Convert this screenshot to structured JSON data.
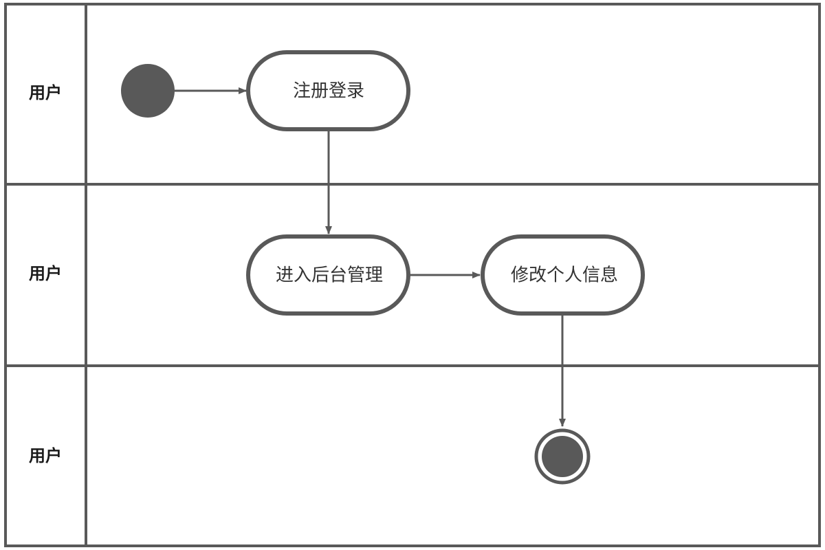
{
  "lanes": [
    {
      "label": "用户"
    },
    {
      "label": "用户"
    },
    {
      "label": "用户"
    }
  ],
  "nodes": {
    "start": {
      "type": "initial"
    },
    "register_login": {
      "type": "activity",
      "label": "注册登录"
    },
    "enter_admin": {
      "type": "activity",
      "label": "进入后台管理"
    },
    "edit_profile": {
      "type": "activity",
      "label": "修改个人信息"
    },
    "end": {
      "type": "final"
    }
  },
  "edges": [
    {
      "from": "start",
      "to": "register_login"
    },
    {
      "from": "register_login",
      "to": "enter_admin"
    },
    {
      "from": "enter_admin",
      "to": "edit_profile"
    },
    {
      "from": "edit_profile",
      "to": "end"
    }
  ],
  "colors": {
    "stroke": "#595959",
    "fill_dark": "#595959",
    "background": "#ffffff",
    "label_text": "#1a1a1a",
    "node_text": "#333333"
  }
}
